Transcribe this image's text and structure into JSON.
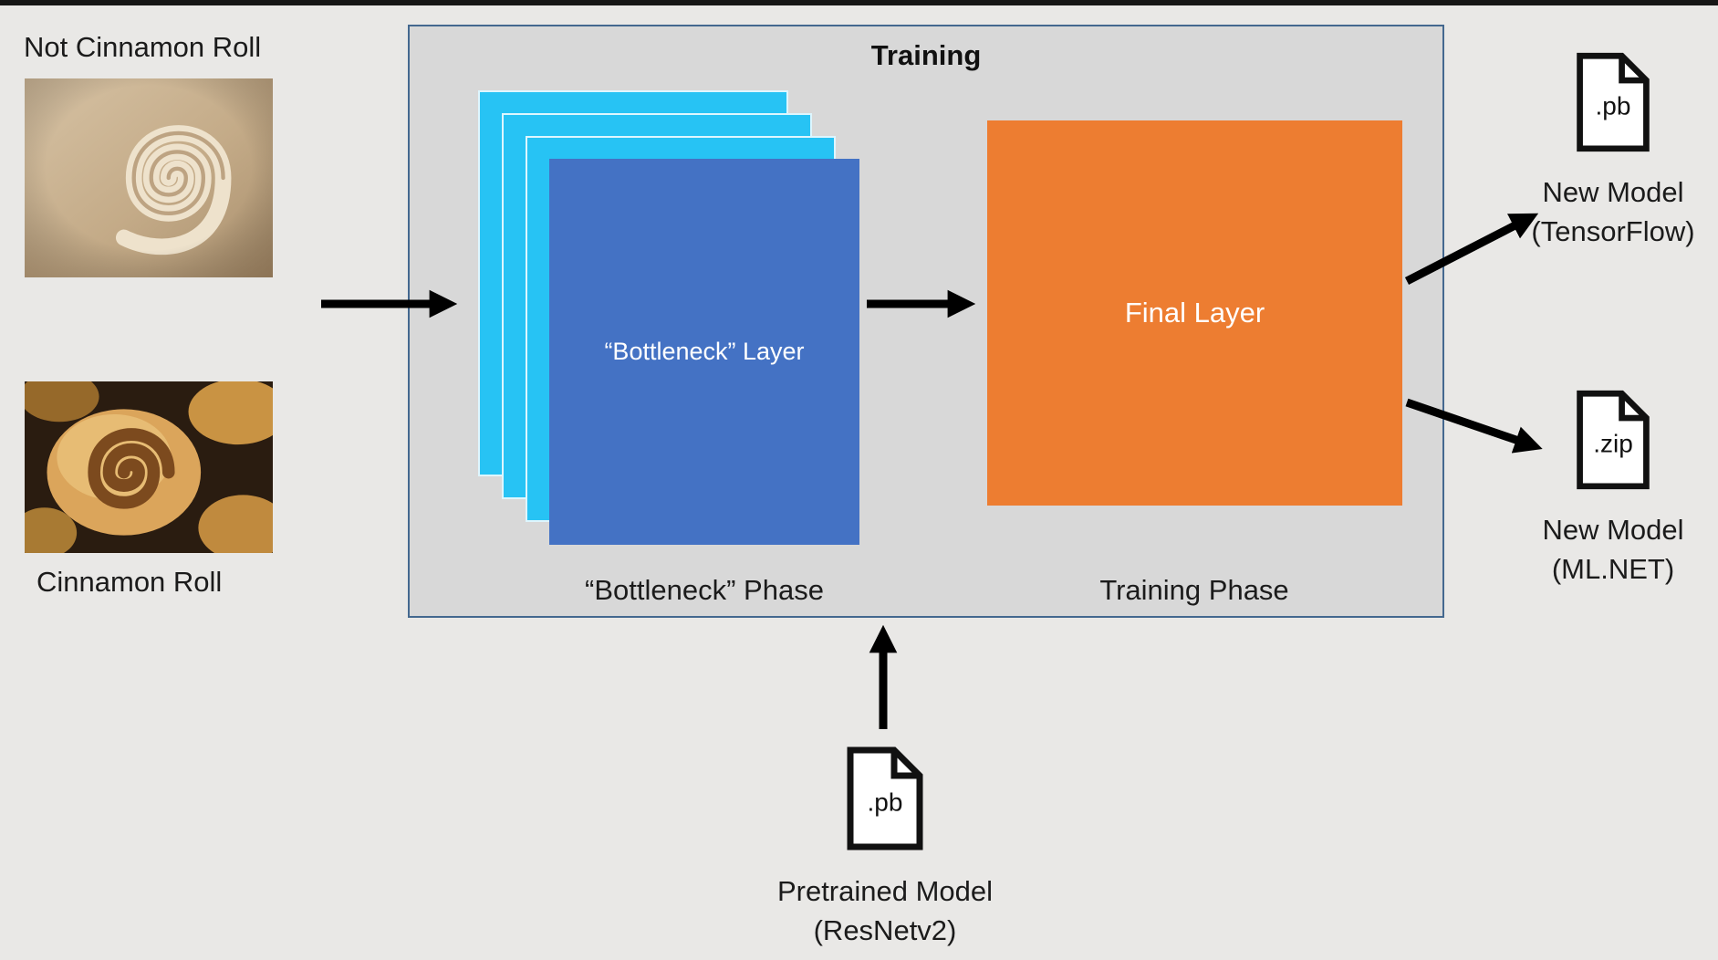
{
  "colors": {
    "background": "#e9e8e6",
    "training_box_fill": "#d8d8d8",
    "training_box_border": "#44688f",
    "cyan_layer": "#27c3f4",
    "blue_layer": "#4472c4",
    "orange_layer": "#ed7d31",
    "arrow": "#000000",
    "text": "#1b1b1b"
  },
  "left": {
    "not_label": "Not Cinnamon Roll",
    "roll_label": "Cinnamon Roll"
  },
  "training": {
    "title": "Training",
    "bottleneck_layer": "“Bottleneck” Layer",
    "bottleneck_phase": "“Bottleneck” Phase",
    "final_layer": "Final Layer",
    "training_phase": "Training Phase"
  },
  "outputs": {
    "tensorflow": {
      "file": ".pb",
      "line1": "New Model",
      "line2": "(TensorFlow)"
    },
    "mlnet": {
      "file": ".zip",
      "line1": "New Model",
      "line2": "(ML.NET)"
    }
  },
  "pretrained": {
    "file": ".pb",
    "line1": "Pretrained Model",
    "line2": "(ResNetv2)"
  },
  "icons": {
    "document": "document-file-icon",
    "arrow": "flow-arrow"
  }
}
